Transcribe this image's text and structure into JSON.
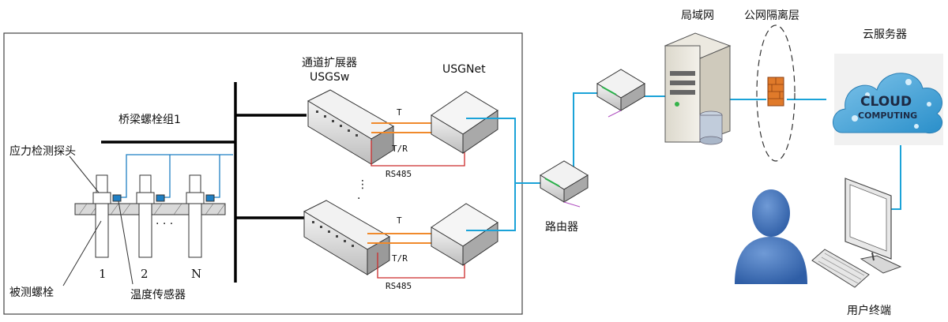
{
  "labels": {
    "bridge_group": "桥梁螺栓组1",
    "stress_probe": "应力检测探头",
    "measured_bolt": "被测螺栓",
    "temp_sensor": "温度传感器",
    "bolt_1": "1",
    "bolt_2": "2",
    "bolt_n": "N",
    "dots_h": "· · ·",
    "expander_line1": "通道扩展器",
    "expander_line2": "USGSw",
    "usgnet": "USGNet",
    "t_top": "T",
    "tr_top": "T/R",
    "rs485_top": "RS485",
    "t_bot": "T",
    "tr_bot": "T/R",
    "rs485_bot": "RS485",
    "router": "路由器",
    "lan": "局域网",
    "isolation": "公网隔离层",
    "cloud_server": "云服务器",
    "cloud_text_1": "CLOUD",
    "cloud_text_2": "COMPUTING",
    "user_terminal": "用户终端"
  },
  "colors": {
    "network_line": "#1ba3d8",
    "t_line": "#f08a2c",
    "rs485_line": "#cc2b2b",
    "user_blue": "#3e6fb5",
    "firewall": "#e07a2a"
  }
}
